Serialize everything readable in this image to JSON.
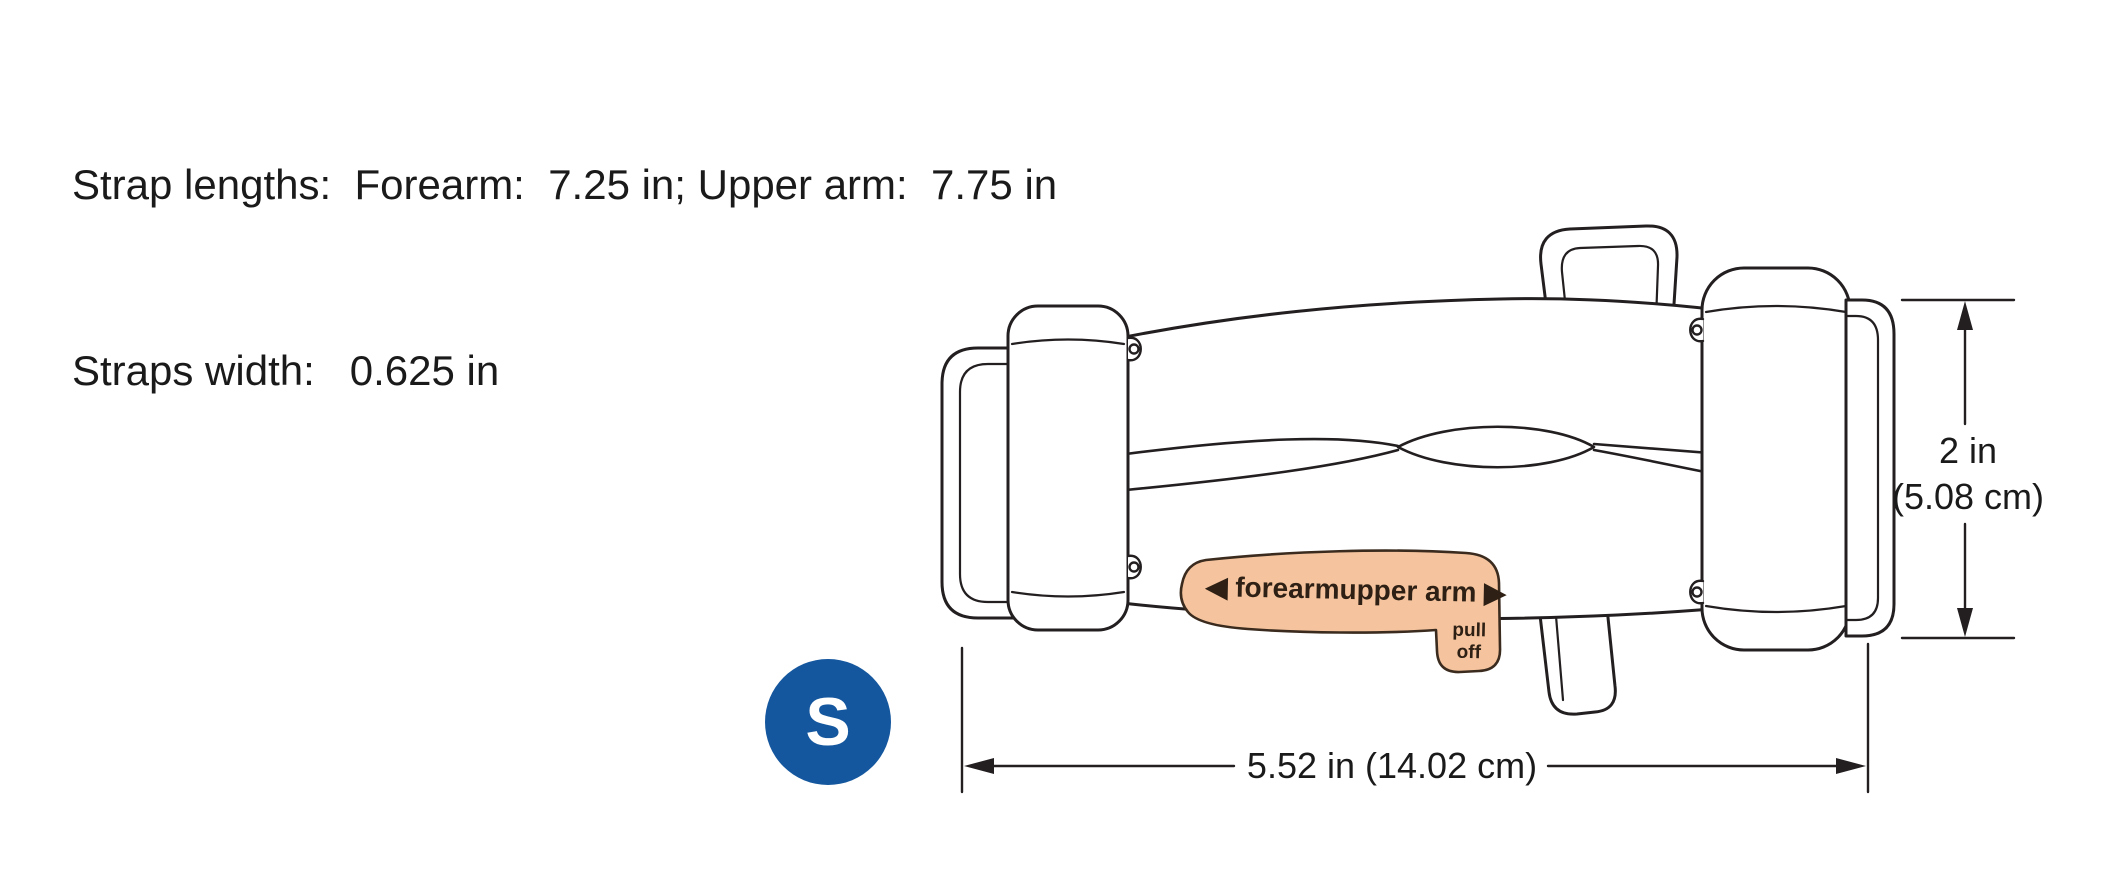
{
  "colors": {
    "line": "#231f20",
    "badge_bg": "#15579e",
    "badge_text": "#ffffff",
    "sticker_fill": "#f5c49e",
    "sticker_line": "#3a2b1e",
    "sticker_text": "#2e2014",
    "text": "#1a1a1a"
  },
  "specs": {
    "line1": "Strap lengths:  Forearm:  7.25 in; Upper arm:  7.75 in",
    "line2": "Straps width:   0.625 in"
  },
  "size_badge": {
    "label": "S"
  },
  "sticker": {
    "forearm": "◀ forearm",
    "upper_arm": "upper arm ▶",
    "pull": "pull",
    "off": "off"
  },
  "dimensions": {
    "height_line1": "2 in",
    "height_line2": "(5.08 cm)",
    "width": "5.52 in (14.02 cm)"
  }
}
